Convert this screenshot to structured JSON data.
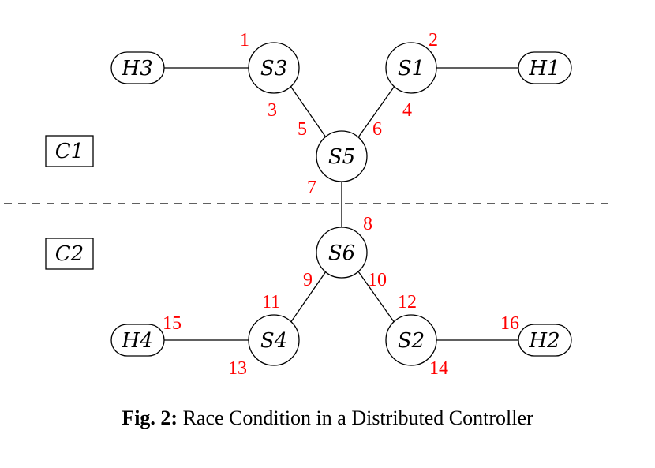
{
  "nodes": {
    "S1": "S1",
    "S2": "S2",
    "S3": "S3",
    "S4": "S4",
    "S5": "S5",
    "S6": "S6",
    "H1": "H1",
    "H2": "H2",
    "H3": "H3",
    "H4": "H4"
  },
  "controllers": {
    "C1": "C1",
    "C2": "C2"
  },
  "ports": [
    "1",
    "2",
    "3",
    "4",
    "5",
    "6",
    "7",
    "8",
    "9",
    "10",
    "11",
    "12",
    "13",
    "14",
    "15",
    "16"
  ],
  "colors": {
    "port": "#ff0000",
    "line": "#000000"
  },
  "caption": {
    "prefix": "Fig. 2:",
    "text": "Race Condition in a Distributed Controller"
  }
}
